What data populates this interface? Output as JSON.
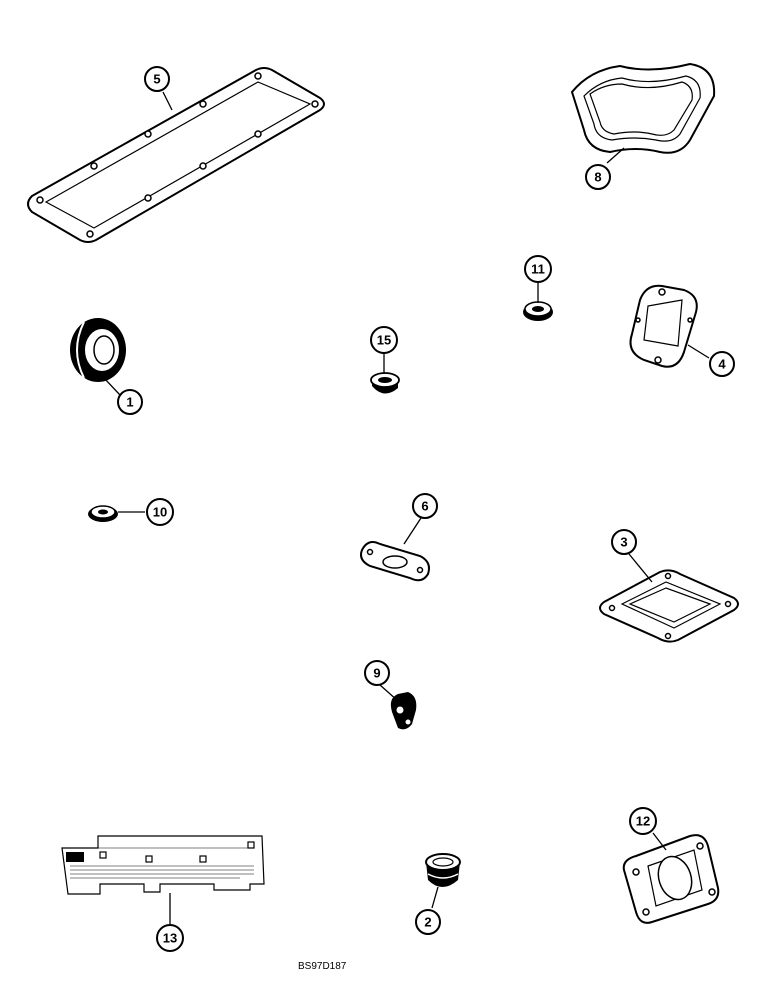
{
  "figure_id": "BS97D187",
  "parts": [
    {
      "key": "gasket-5",
      "number": "5"
    },
    {
      "key": "gasket-8",
      "number": "8"
    },
    {
      "key": "seal-11",
      "number": "11"
    },
    {
      "key": "gasket-4",
      "number": "4"
    },
    {
      "key": "seal-1",
      "number": "1"
    },
    {
      "key": "plug-15",
      "number": "15"
    },
    {
      "key": "seal-10",
      "number": "10"
    },
    {
      "key": "gasket-6",
      "number": "6"
    },
    {
      "key": "gasket-3",
      "number": "3"
    },
    {
      "key": "seal-9",
      "number": "9"
    },
    {
      "key": "gauge-13",
      "number": "13"
    },
    {
      "key": "plug-2",
      "number": "2"
    },
    {
      "key": "gasket-12",
      "number": "12"
    }
  ]
}
